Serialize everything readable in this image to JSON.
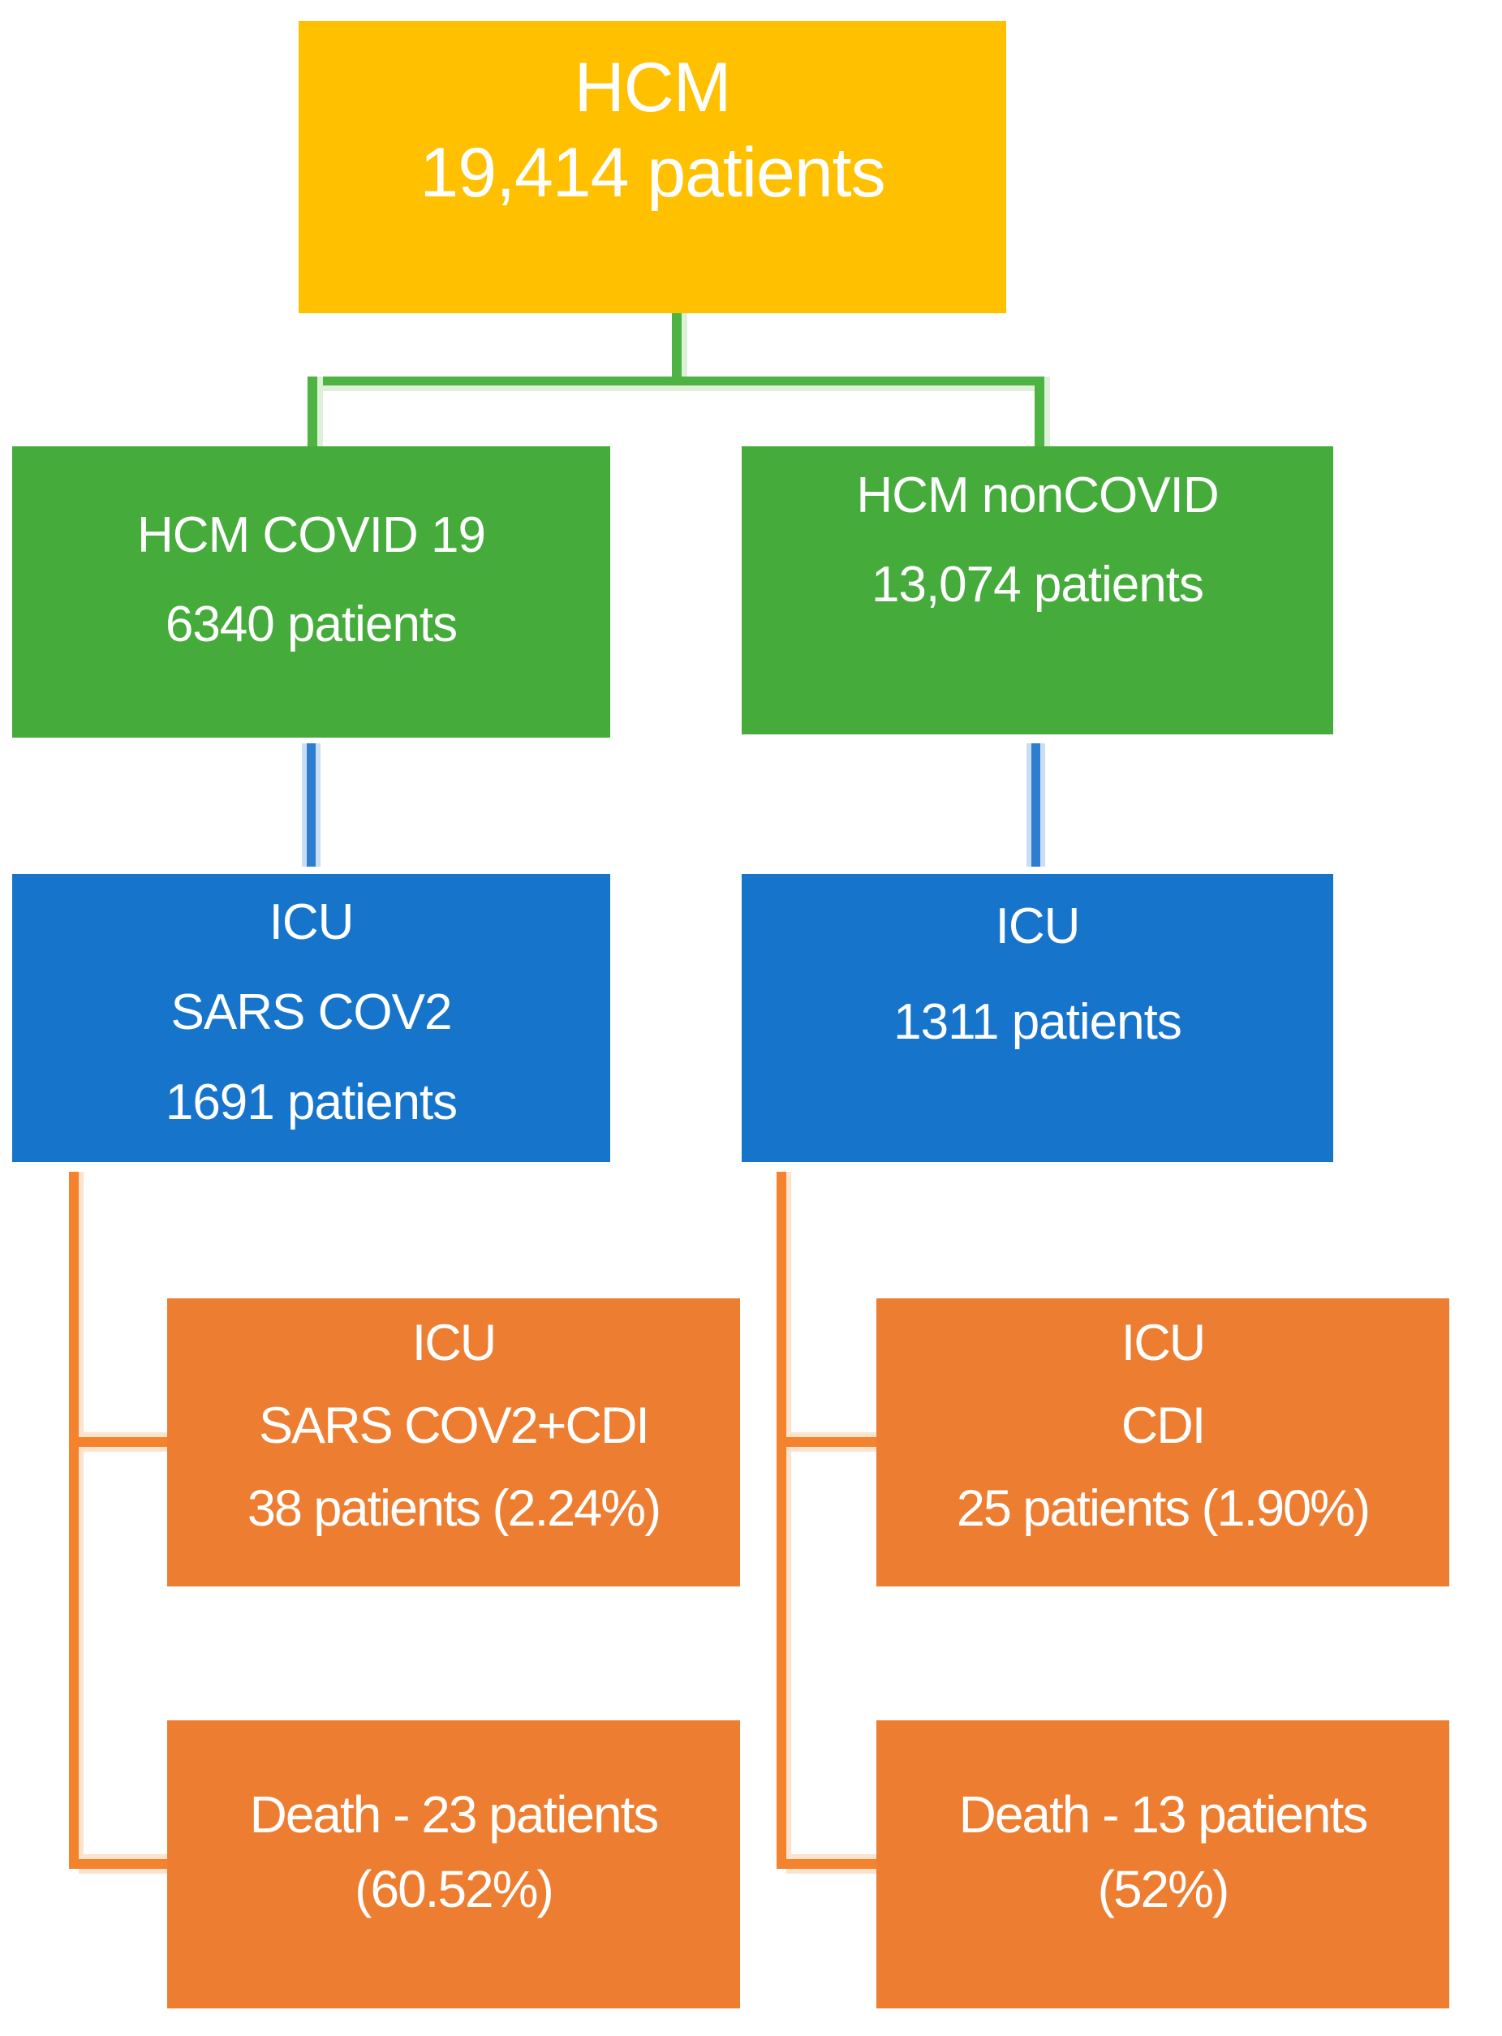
{
  "colors": {
    "root_yellow": "#FFC000",
    "tier_green": "#45AC3C",
    "tier_blue": "#1774CB",
    "tier_orange": "#ED7D31",
    "text_white": "#FFFFFF"
  },
  "nodes": {
    "root": {
      "lines": [
        "HCM",
        "19,414 patients"
      ]
    },
    "covid": {
      "lines": [
        "HCM COVID 19",
        "6340 patients"
      ]
    },
    "noncovid": {
      "lines": [
        "HCM nonCOVID",
        "13,074 patients"
      ]
    },
    "icu_covid": {
      "lines": [
        "ICU",
        "SARS COV2",
        "1691 patients"
      ]
    },
    "icu_noncovid": {
      "lines": [
        "ICU",
        "1311 patients"
      ]
    },
    "icu_covid_cdi": {
      "lines": [
        "ICU",
        "SARS COV2+CDI",
        "38 patients (2.24%)"
      ]
    },
    "icu_cdi": {
      "lines": [
        "ICU",
        "CDI",
        "25 patients (1.90%)"
      ]
    },
    "death_covid": {
      "lines": [
        "Death - 23 patients",
        "(60.52%)"
      ]
    },
    "death_noncovid": {
      "lines": [
        "Death - 13 patients",
        "(52%)"
      ]
    }
  },
  "edges": [
    {
      "from": "root",
      "to": "covid"
    },
    {
      "from": "root",
      "to": "noncovid"
    },
    {
      "from": "covid",
      "to": "icu_covid"
    },
    {
      "from": "noncovid",
      "to": "icu_noncovid"
    },
    {
      "from": "icu_covid",
      "to": "icu_covid_cdi"
    },
    {
      "from": "icu_covid",
      "to": "death_covid"
    },
    {
      "from": "icu_noncovid",
      "to": "icu_cdi"
    },
    {
      "from": "icu_noncovid",
      "to": "death_noncovid"
    }
  ]
}
